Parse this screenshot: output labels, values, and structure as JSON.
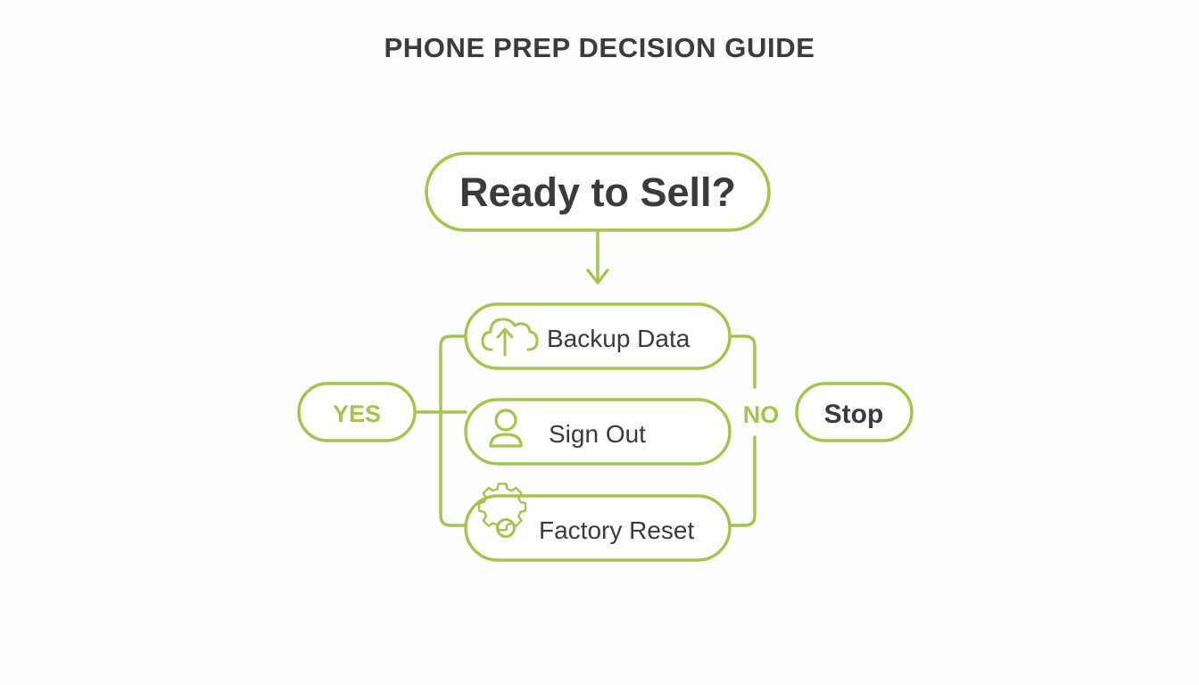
{
  "title": "PHONE PREP DECISION GUIDE",
  "colors": {
    "accent": "#A4C44E",
    "text_dark": "#3b3b3b",
    "background": "#fdfdfd"
  },
  "diagram": {
    "type": "flowchart",
    "root": {
      "label": "Ready to Sell?",
      "shape": "pill"
    },
    "branches": [
      {
        "label": "YES",
        "shape": "pill",
        "side": "left",
        "outcome": "steps"
      },
      {
        "label": "NO",
        "shape": "text",
        "side": "right",
        "outcome": "stop"
      }
    ],
    "steps": [
      {
        "label": "Backup Data",
        "icon": "cloud-upload-icon"
      },
      {
        "label": "Sign Out",
        "icon": "user-icon"
      },
      {
        "label": "Factory Reset",
        "icon": "gear-icon"
      }
    ],
    "terminal": {
      "label": "Stop",
      "shape": "pill"
    }
  }
}
